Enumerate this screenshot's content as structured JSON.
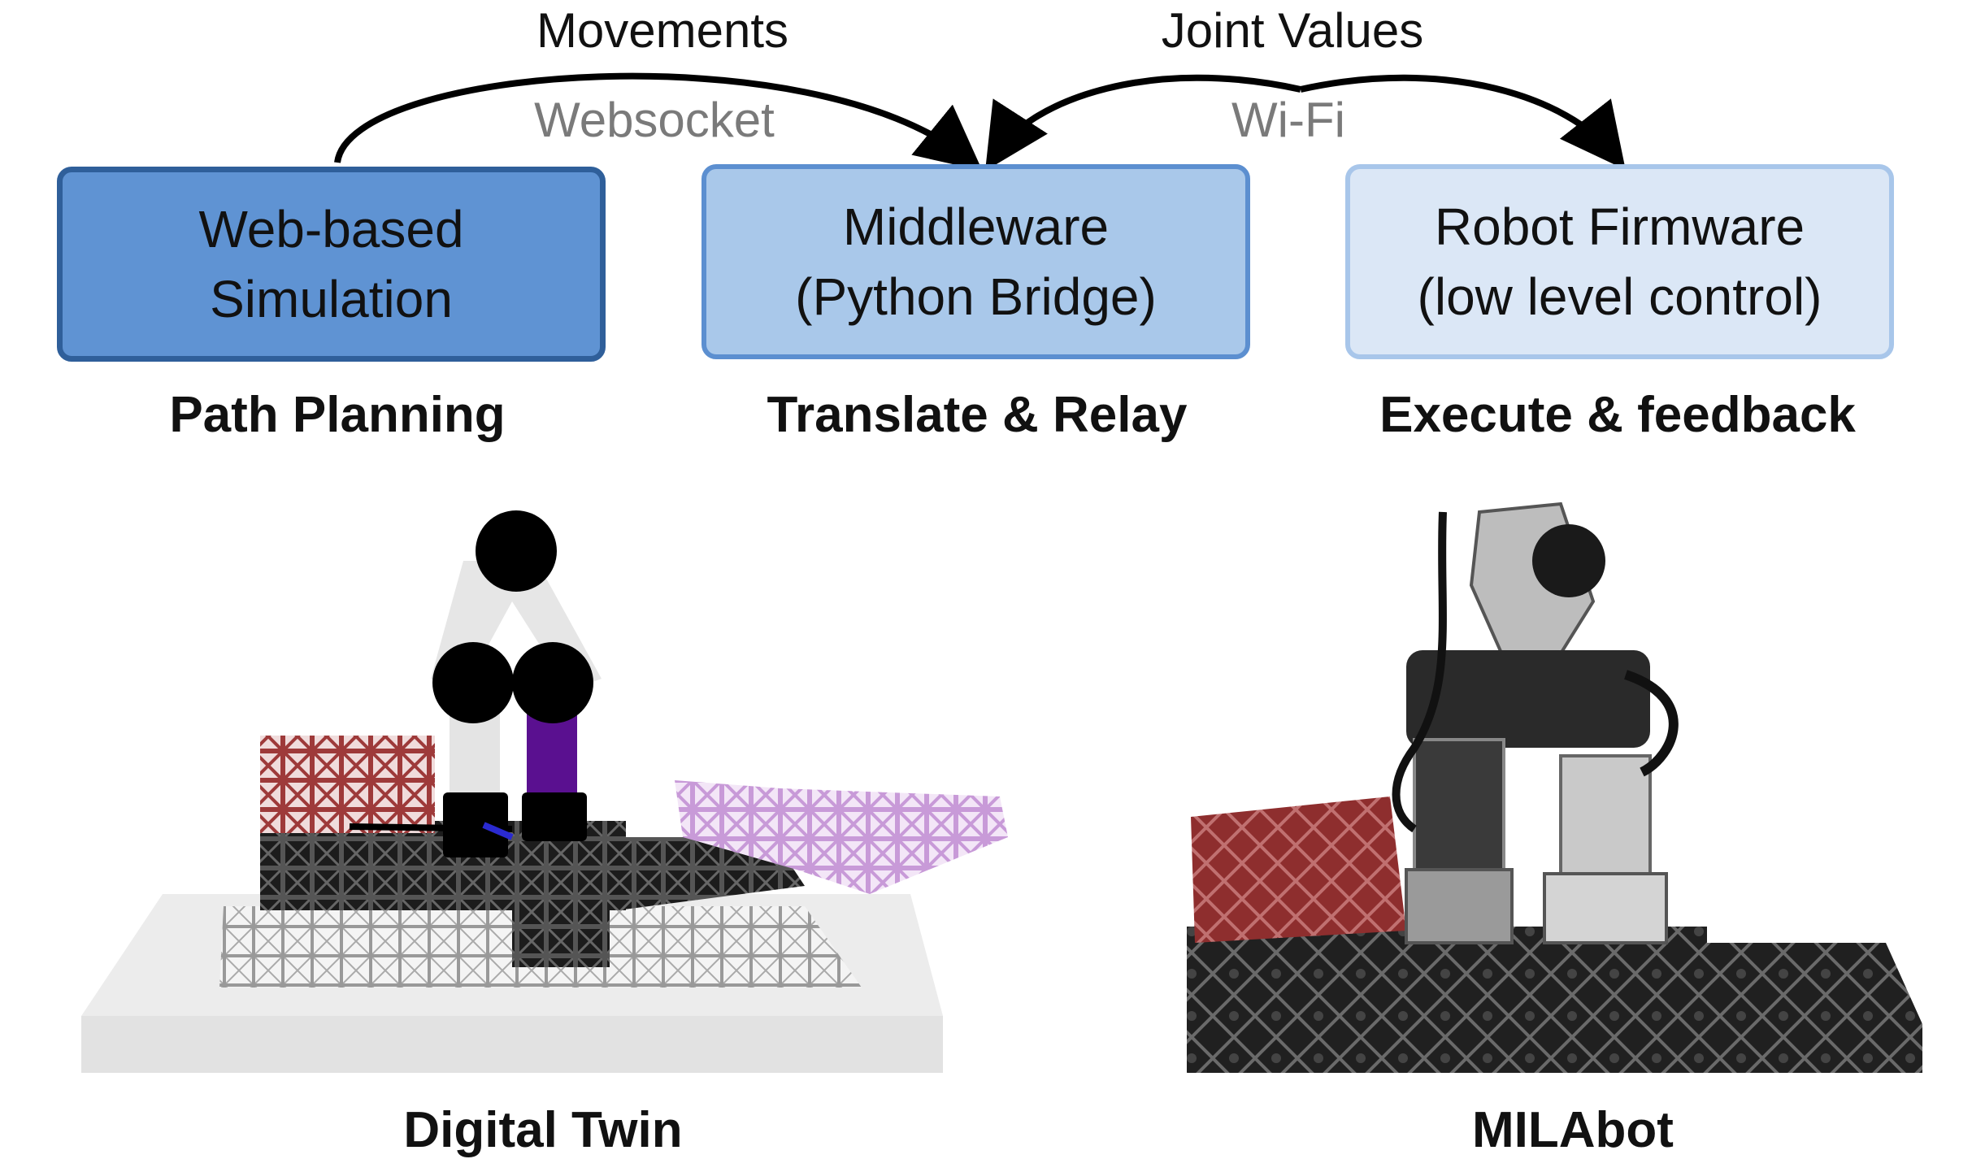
{
  "edges": {
    "movements_label": "Movements",
    "websocket_label": "Websocket",
    "joint_values_label": "Joint Values",
    "wifi_label": "Wi-Fi"
  },
  "boxes": {
    "sim": {
      "line1": "Web-based",
      "line2": "Simulation",
      "caption": "Path Planning"
    },
    "middleware": {
      "line1": "Middleware",
      "line2": "(Python Bridge)",
      "caption": "Translate & Relay"
    },
    "firmware": {
      "line1": "Robot Firmware",
      "line2": "(low level control)",
      "caption": "Execute & feedback"
    }
  },
  "panels": {
    "digital_twin_caption": "Digital Twin",
    "milabot_caption": "MILAbot"
  },
  "colors": {
    "sim_fill": "#5f93d3",
    "sim_border": "#2f5f9a",
    "middleware_fill": "#a9c8ea",
    "middleware_border": "#5c8fd0",
    "firmware_fill": "#dbe7f6",
    "firmware_border": "#a8c6ea",
    "arrow": "#000000",
    "protocol_text": "#7a7a7a",
    "red_block": "#9e3a3a",
    "purple_block": "#c89ad8",
    "purple_arm": "#5a1090"
  }
}
